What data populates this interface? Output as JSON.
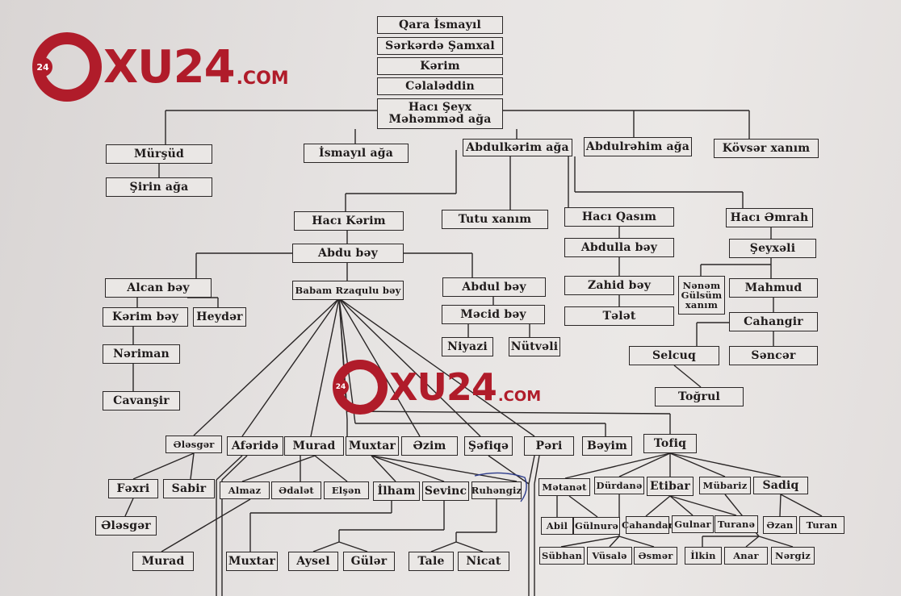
{
  "logo": {
    "text": "XU24",
    "suffix": ".COM",
    "badge": "24"
  },
  "people": {
    "qara": "Qara İsmayıl",
    "serkerde": "Sərkərdə Şamxal",
    "kerim": "Kərim",
    "celaleddin": "Cəlaləddin",
    "haci_seyx": "Hacı Şeyx\nMəhəmməd ağa",
    "mursud": "Mürşüd",
    "ismayil": "İsmayıl ağa",
    "abdulkerim": "Abdulkərim ağa",
    "abdulrehim": "Abdulrəhim ağa",
    "kovser": "Kövsər xanım",
    "sirin": "Şirin ağa",
    "haci_kerim": "Hacı Kərim",
    "tutu": "Tutu xanım",
    "haci_qasim": "Hacı Qasım",
    "haci_emrah": "Hacı Əmrah",
    "abdu": "Abdu bəy",
    "abdulla": "Abdulla bəy",
    "seyxeli": "Şeyxəli",
    "alcan": "Alcan bəy",
    "babam": "Babam Rzaqulu bəy",
    "abdul": "Abdul bəy",
    "nenem": "Nənəm\nGülsüm\nxanım",
    "mahmud": "Mahmud",
    "zahid": "Zahid bəy",
    "kerim_bey": "Kərim bəy",
    "heyder": "Heydər",
    "mecid": "Məcid bəy",
    "telet": "Tələt",
    "cahangir": "Cahangir",
    "neriman": "Nəriman",
    "niyazi": "Niyazi",
    "nutveli": "Nütvəli",
    "selcuq": "Selcuq",
    "sencer": "Səncər",
    "togrul": "Toğrul",
    "cavansir": "Cavanşir",
    "elesger": "Ələsgər",
    "aferide": "Afəridə",
    "murad": "Murad",
    "muxtar": "Muxtar",
    "ezim": "Əzim",
    "sefiqe": "Şəfiqə",
    "peri": "Pəri",
    "beyim": "Bəyim",
    "tofiq": "Tofiq",
    "fexri": "Fəxri",
    "sabir": "Sabir",
    "almaz": "Almaz",
    "edalet": "Ədalət",
    "elsen": "Elşən",
    "ilham": "İlham",
    "sevinc": "Sevinc",
    "ruhengiz": "Ruhəngiz",
    "metanet": "Mətanət",
    "durdane": "Dürdanə",
    "etibar": "Etibar",
    "mubariz": "Mübariz",
    "sadiq": "Sadiq",
    "elesger2": "Ələsgər",
    "abil": "Abil",
    "gulnure": "Gülnurə",
    "cahandar": "Cahandar",
    "gulnar": "Gulnar",
    "turane": "Turanə",
    "ezan": "Əzan",
    "turan": "Turan",
    "murad2": "Murad",
    "muxtar2": "Muxtar",
    "aysel": "Aysel",
    "guler": "Gülər",
    "tale": "Tale",
    "nicat": "Nicat",
    "subhan": "Sübhan",
    "vusale": "Vüsalə",
    "esmer": "Əsmər",
    "ilkin": "İlkin",
    "anar": "Anar",
    "nergiz": "Nərgiz"
  }
}
